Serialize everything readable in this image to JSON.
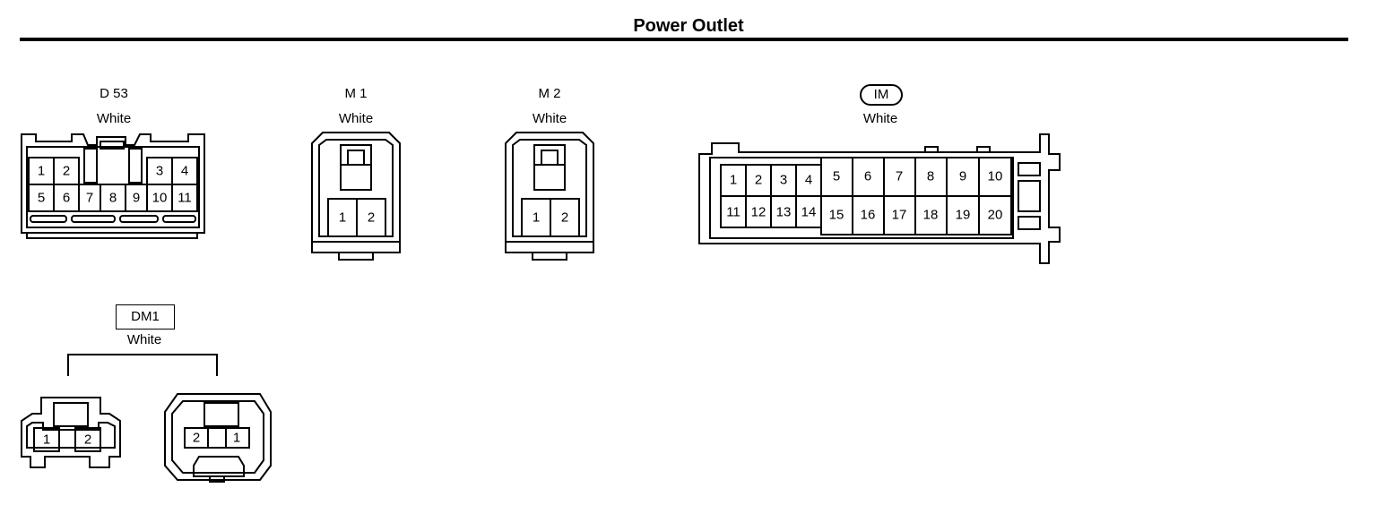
{
  "header": {
    "title": "Power Outlet"
  },
  "connectors": {
    "d53": {
      "code": "D 53",
      "color": "White",
      "pins_top": [
        "1",
        "2",
        "3",
        "4"
      ],
      "pins_bottom": [
        "5",
        "6",
        "7",
        "8",
        "9",
        "10",
        "11"
      ]
    },
    "m1": {
      "code": "M 1",
      "color": "White",
      "pins": [
        "1",
        "2"
      ]
    },
    "m2": {
      "code": "M 2",
      "color": "White",
      "pins": [
        "1",
        "2"
      ]
    },
    "im": {
      "code": "IM",
      "color": "White",
      "pins_small_top": [
        "1",
        "2",
        "3",
        "4"
      ],
      "pins_small_bottom": [
        "11",
        "12",
        "13",
        "14"
      ],
      "pins_large_top": [
        "5",
        "6",
        "7",
        "8",
        "9",
        "10"
      ],
      "pins_large_bottom": [
        "15",
        "16",
        "17",
        "18",
        "19",
        "20"
      ]
    },
    "dm1": {
      "code": "DM1",
      "color": "White",
      "left_pins": [
        "1",
        "2"
      ],
      "right_pins": [
        "2",
        "1"
      ]
    }
  }
}
